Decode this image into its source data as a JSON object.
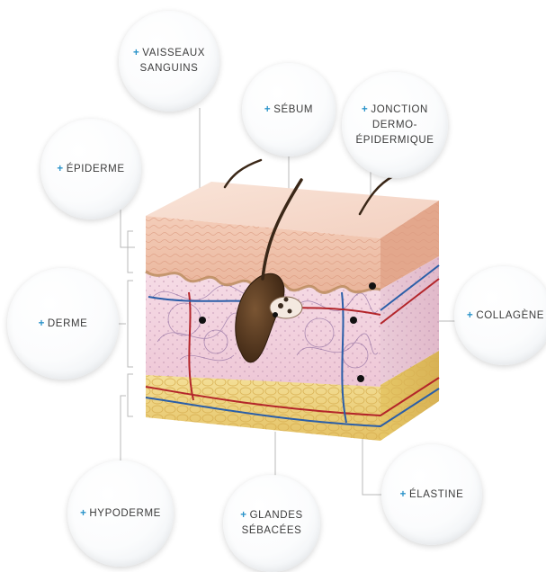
{
  "diagram": {
    "colors": {
      "accent_plus": "#2a93c9",
      "label_text": "#3b3b3b",
      "connector": "#b9b9b9",
      "epidermis": "#f1c9b8",
      "dermis": "#f3d6e2",
      "hypodermis": "#f0d98a",
      "artery": "#b3252a",
      "vein": "#2a5ea8"
    },
    "labels": [
      {
        "id": "vaisseaux",
        "prefix": "+",
        "lines": [
          "VAISSEAUX",
          "SANGUINS"
        ]
      },
      {
        "id": "sebum",
        "prefix": "+",
        "lines": [
          "SÉBUM"
        ]
      },
      {
        "id": "jonction",
        "prefix": "+",
        "lines": [
          "JONCTION",
          "DERMO-",
          "ÉPIDERMIQUE"
        ]
      },
      {
        "id": "epiderme",
        "prefix": "+",
        "lines": [
          "ÉPIDERME"
        ]
      },
      {
        "id": "derme",
        "prefix": "+",
        "lines": [
          "DERME"
        ]
      },
      {
        "id": "collagene",
        "prefix": "+",
        "lines": [
          "COLLAGÈNE"
        ]
      },
      {
        "id": "hypoderme",
        "prefix": "+",
        "lines": [
          "HYPODERME"
        ]
      },
      {
        "id": "glandes",
        "prefix": "+",
        "lines": [
          "GLANDES",
          "SÉBACÉES"
        ]
      },
      {
        "id": "elastine",
        "prefix": "+",
        "lines": [
          "ÉLASTINE"
        ]
      }
    ]
  }
}
